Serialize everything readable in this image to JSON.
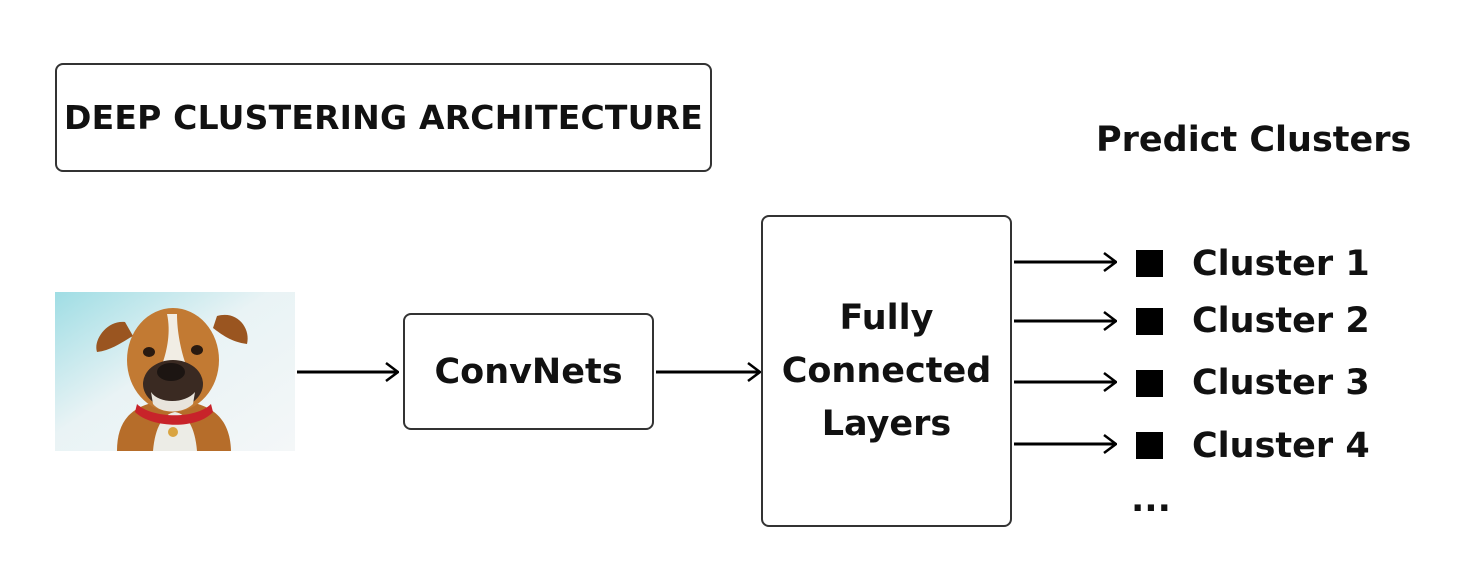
{
  "title": "DEEP CLUSTERING ARCHITECTURE",
  "input_image": {
    "icon": "boxer-dog-photo"
  },
  "convnets_label": "ConvNets",
  "fc_lines": [
    "Fully",
    "Connected",
    "Layers"
  ],
  "predict_heading": "Predict Clusters",
  "clusters": [
    "Cluster 1",
    "Cluster 2",
    "Cluster 3",
    "Cluster 4"
  ],
  "ellipsis": "..."
}
